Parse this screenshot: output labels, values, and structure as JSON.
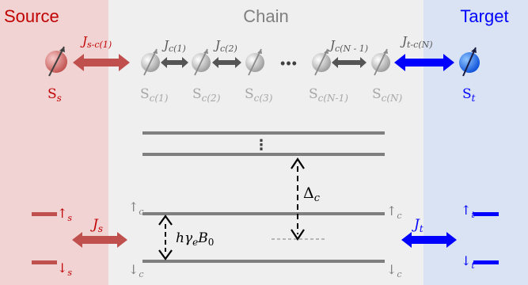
{
  "regions": {
    "source": {
      "title": "Source",
      "color": "#c00000",
      "fill": "#f2d3d3"
    },
    "chain": {
      "title": "Chain",
      "color": "#808080",
      "fill": "#efefef"
    },
    "target": {
      "title": "Target",
      "color": "#0000ff",
      "fill": "#d9e3f3"
    }
  },
  "top_row": {
    "spins": {
      "source": {
        "label": "S",
        "sub": "s"
      },
      "chain": [
        {
          "label": "S",
          "sub": "c(1)"
        },
        {
          "label": "S",
          "sub": "c(2)"
        },
        {
          "label": "S",
          "sub": "c(3)"
        },
        {
          "label": "S",
          "sub": "c(N-1)"
        },
        {
          "label": "S",
          "sub": "c(N)"
        }
      ],
      "target": {
        "label": "S",
        "sub": "t"
      }
    },
    "couplings": {
      "source_chain": {
        "label": "J",
        "sub": "s-c(1)"
      },
      "chain": [
        {
          "label": "J",
          "sub": "c(1)"
        },
        {
          "label": "J",
          "sub": "c(2)"
        },
        {
          "label": "J",
          "sub": "c(N - 1)"
        }
      ],
      "chain_target": {
        "label": "J",
        "sub": "t-c(N)"
      }
    },
    "ellipsis": "•••"
  },
  "bottom": {
    "gap": {
      "label": "Δ",
      "sub": "c"
    },
    "zeeman": {
      "label": "hγ",
      "sub": "e",
      "label2": "B",
      "sub2": "0"
    },
    "vertical_ellipsis": "⋮",
    "source_levels": {
      "up": "↑",
      "up_sub": "s",
      "down": "↓",
      "down_sub": "s"
    },
    "chain_left_levels": {
      "up": "↑",
      "up_sub": "c",
      "down": "↓",
      "down_sub": "c"
    },
    "chain_right_levels": {
      "up": "↑",
      "up_sub": "c",
      "down": "↓",
      "down_sub": "c"
    },
    "target_levels": {
      "up": "↑",
      "up_sub": "t",
      "down": "↓",
      "down_sub": "t"
    },
    "source_coupling": {
      "label": "J",
      "sub": "s"
    },
    "target_coupling": {
      "label": "J",
      "sub": "t"
    }
  },
  "colors": {
    "source": "#c00000",
    "source_arrow": "#c0504d",
    "target": "#0000ff",
    "chain": "#7f7f7f",
    "chain_text": "#a6a6a6",
    "dark": "#000000"
  }
}
